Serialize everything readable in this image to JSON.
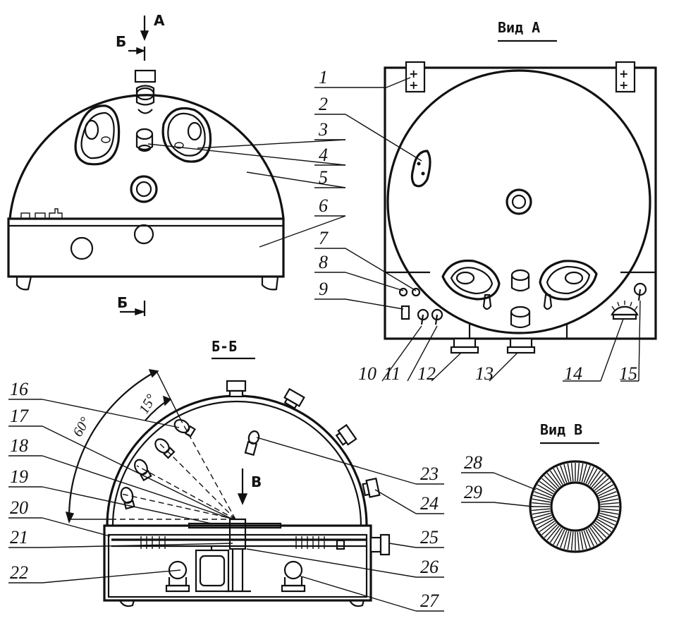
{
  "section_marks": {
    "arrow_a": "А",
    "arrow_b_top": "Б",
    "arrow_b_bottom": "Б",
    "arrow_v": "В"
  },
  "view_titles": {
    "view_a": "Вид А",
    "section_bb": "Б-Б",
    "view_v": "Вид В"
  },
  "angles": {
    "big": "60°",
    "small": "15°"
  },
  "callouts": [
    "1",
    "2",
    "3",
    "4",
    "5",
    "6",
    "7",
    "8",
    "9",
    "10",
    "11",
    "12",
    "13",
    "14",
    "15",
    "16",
    "17",
    "18",
    "19",
    "20",
    "21",
    "22",
    "23",
    "24",
    "25",
    "26",
    "27",
    "28",
    "29"
  ]
}
